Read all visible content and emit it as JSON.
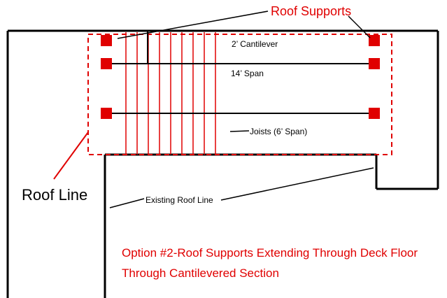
{
  "colors": {
    "structure": "#000000",
    "accent": "#e00000",
    "background": "#ffffff"
  },
  "labels": {
    "roof_supports": "Roof Supports",
    "cantilever": "2’ Cantilever",
    "span_14": "14’ Span",
    "joists": "Joists (6’ Span)",
    "roof_line": "Roof Line",
    "existing_roof_line": "Existing Roof Line",
    "caption_line1": "Option #2-Roof Supports Extending Through Deck Floor",
    "caption_line2": "Through Cantilevered Section"
  },
  "diagram": {
    "support_rows": 3,
    "supports_per_row": 2,
    "joist_count": 9
  }
}
